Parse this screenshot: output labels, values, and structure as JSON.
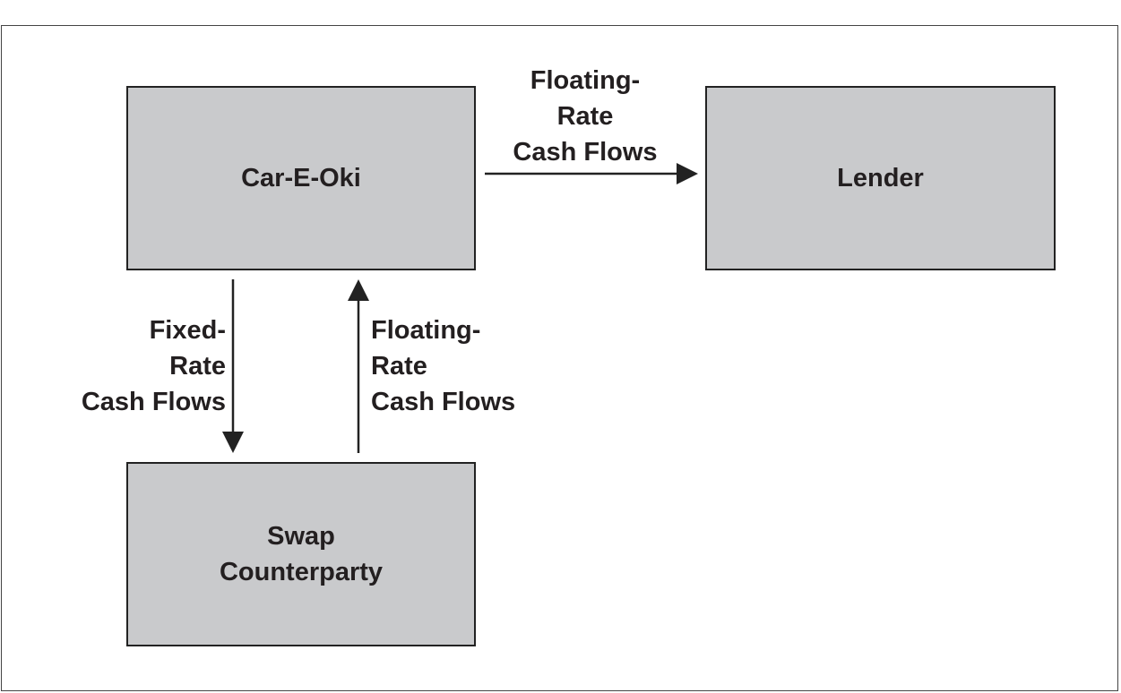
{
  "diagram": {
    "nodes": {
      "car_e_oki": {
        "label": "Car-E-Oki"
      },
      "lender": {
        "label": "Lender"
      },
      "swap_counterparty": {
        "label": "Swap\nCounterparty"
      }
    },
    "edges": {
      "car_to_lender": {
        "label": "Floating-\nRate\nCash Flows",
        "from": "Car-E-Oki",
        "to": "Lender"
      },
      "car_to_swap": {
        "label": "Fixed-\nRate\nCash Flows",
        "from": "Car-E-Oki",
        "to": "Swap Counterparty"
      },
      "swap_to_car": {
        "label": "Floating-\nRate\nCash Flows",
        "from": "Swap Counterparty",
        "to": "Car-E-Oki"
      }
    }
  },
  "colors": {
    "box_fill": "#c9cacc",
    "stroke": "#222222",
    "text": "#231f20"
  }
}
